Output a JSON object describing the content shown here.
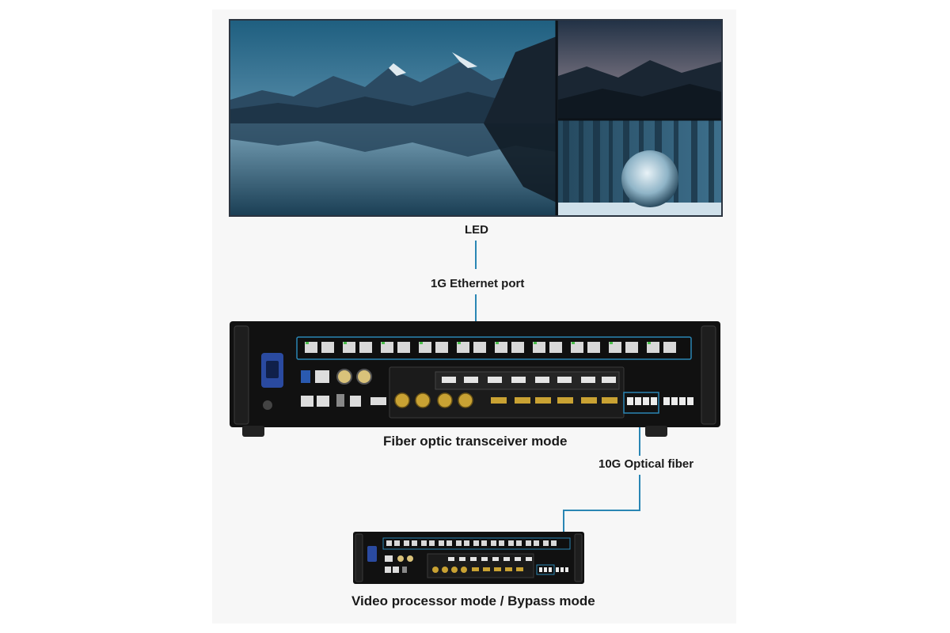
{
  "diagram": {
    "led_label": "LED",
    "ethernet_label": "1G Ethernet port",
    "fiber_mode_label": "Fiber optic transceiver mode",
    "optical_label": "10G Optical fiber",
    "bypass_label": "Video processor mode / Bypass mode"
  },
  "colors": {
    "connector_line": "#2a86b4",
    "device_body": "#111111",
    "port_highlight": "#2a86b4",
    "gold_connector": "#c9a233"
  }
}
